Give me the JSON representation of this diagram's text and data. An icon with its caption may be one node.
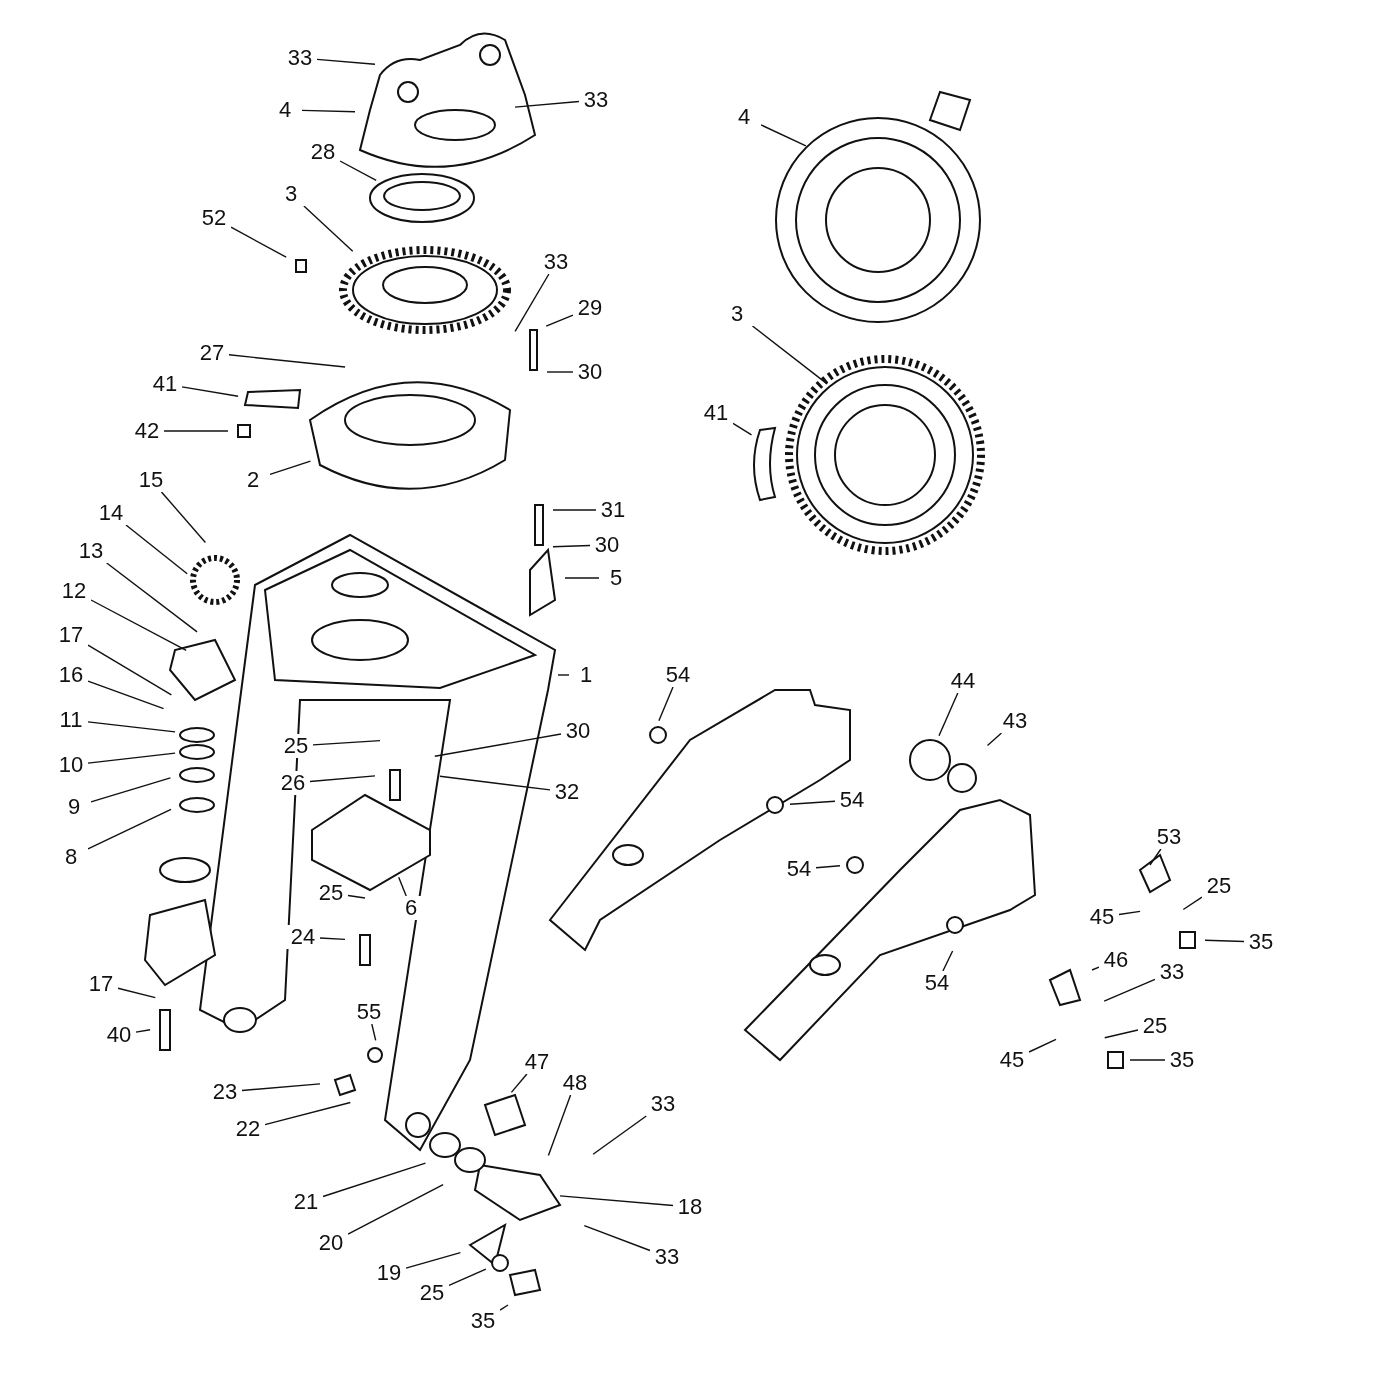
{
  "diagram": {
    "nodes": [
      {
        "text": [
          "33"
        ]
      },
      {
        "text": [
          "4"
        ]
      },
      {
        "text": [
          "33"
        ]
      },
      {
        "text": [
          "28"
        ]
      },
      {
        "text": [
          "3"
        ]
      },
      {
        "text": [
          "52"
        ]
      },
      {
        "text": [
          "33"
        ]
      },
      {
        "text": [
          "29"
        ]
      },
      {
        "text": [
          "27"
        ]
      },
      {
        "text": [
          "30"
        ]
      },
      {
        "text": [
          "41"
        ]
      },
      {
        "text": [
          "42"
        ]
      },
      {
        "text": [
          "2"
        ]
      },
      {
        "text": [
          "15"
        ]
      },
      {
        "text": [
          "14"
        ]
      },
      {
        "text": [
          "13"
        ]
      },
      {
        "text": [
          "12"
        ]
      },
      {
        "text": [
          "17"
        ]
      },
      {
        "text": [
          "16"
        ]
      },
      {
        "text": [
          "11"
        ]
      },
      {
        "text": [
          "10"
        ]
      },
      {
        "text": [
          "9"
        ]
      },
      {
        "text": [
          "8"
        ]
      },
      {
        "text": [
          "31"
        ]
      },
      {
        "text": [
          "30"
        ]
      },
      {
        "text": [
          "5"
        ]
      },
      {
        "text": [
          "1"
        ]
      },
      {
        "text": [
          "4"
        ]
      },
      {
        "text": [
          "3"
        ]
      },
      {
        "text": [
          "41"
        ]
      },
      {
        "text": [
          "54"
        ]
      },
      {
        "text": [
          "44"
        ]
      },
      {
        "text": [
          "43"
        ]
      },
      {
        "text": [
          "25"
        ]
      },
      {
        "text": [
          "30"
        ]
      },
      {
        "text": [
          "26"
        ]
      },
      {
        "text": [
          "32"
        ]
      },
      {
        "text": [
          "54"
        ]
      },
      {
        "text": [
          "53"
        ]
      },
      {
        "text": [
          "54"
        ]
      },
      {
        "text": [
          "25"
        ]
      },
      {
        "text": [
          "45"
        ]
      },
      {
        "text": [
          "35"
        ]
      },
      {
        "text": [
          "6"
        ]
      },
      {
        "text": [
          "25"
        ]
      },
      {
        "text": [
          "24"
        ]
      },
      {
        "text": [
          "54"
        ]
      },
      {
        "text": [
          "46"
        ]
      },
      {
        "text": [
          "33"
        ]
      },
      {
        "text": [
          "17"
        ]
      },
      {
        "text": [
          "40"
        ]
      },
      {
        "text": [
          "25"
        ]
      },
      {
        "text": [
          "45"
        ]
      },
      {
        "text": [
          "35"
        ]
      },
      {
        "text": [
          "55"
        ]
      },
      {
        "text": [
          "47"
        ]
      },
      {
        "text": [
          "48"
        ]
      },
      {
        "text": [
          "33"
        ]
      },
      {
        "text": [
          "23"
        ]
      },
      {
        "text": [
          "22"
        ]
      },
      {
        "text": [
          "21"
        ]
      },
      {
        "text": [
          "18"
        ]
      },
      {
        "text": [
          "20"
        ]
      },
      {
        "text": [
          "33"
        ]
      },
      {
        "text": [
          "19"
        ]
      },
      {
        "text": [
          "25"
        ]
      },
      {
        "text": [
          "35"
        ]
      }
    ],
    "edges": [
      {
        "from": 0,
        "to": null,
        "arrow": "none"
      },
      {
        "from": 1,
        "to": null,
        "arrow": "none"
      },
      {
        "from": 2,
        "to": null,
        "arrow": "none"
      },
      {
        "from": 3,
        "to": null,
        "arrow": "none"
      },
      {
        "from": 4,
        "to": null,
        "arrow": "none"
      },
      {
        "from": 5,
        "to": null,
        "arrow": "none"
      },
      {
        "from": 6,
        "to": null,
        "arrow": "none"
      },
      {
        "from": 7,
        "to": null,
        "arrow": "none"
      },
      {
        "from": 8,
        "to": null,
        "arrow": "none"
      },
      {
        "from": 9,
        "to": null,
        "arrow": "none"
      },
      {
        "from": 10,
        "to": null,
        "arrow": "none"
      },
      {
        "from": 11,
        "to": null,
        "arrow": "none"
      },
      {
        "from": 12,
        "to": null,
        "arrow": "none"
      },
      {
        "from": 13,
        "to": null,
        "arrow": "none"
      },
      {
        "from": 14,
        "to": null,
        "arrow": "none"
      },
      {
        "from": 15,
        "to": null,
        "arrow": "none"
      },
      {
        "from": 16,
        "to": null,
        "arrow": "none"
      },
      {
        "from": 17,
        "to": null,
        "arrow": "none"
      },
      {
        "from": 18,
        "to": null,
        "arrow": "none"
      },
      {
        "from": 19,
        "to": null,
        "arrow": "none"
      },
      {
        "from": 20,
        "to": null,
        "arrow": "none"
      },
      {
        "from": 21,
        "to": null,
        "arrow": "none"
      },
      {
        "from": 22,
        "to": null,
        "arrow": "none"
      },
      {
        "from": 23,
        "to": null,
        "arrow": "none"
      },
      {
        "from": 24,
        "to": null,
        "arrow": "none"
      },
      {
        "from": 25,
        "to": null,
        "arrow": "none"
      },
      {
        "from": 26,
        "to": null,
        "arrow": "none"
      },
      {
        "from": 27,
        "to": null,
        "arrow": "none"
      },
      {
        "from": 28,
        "to": null,
        "arrow": "none"
      },
      {
        "from": 29,
        "to": null,
        "arrow": "none"
      },
      {
        "from": 30,
        "to": null,
        "arrow": "none"
      },
      {
        "from": 31,
        "to": null,
        "arrow": "none"
      },
      {
        "from": 32,
        "to": null,
        "arrow": "none"
      },
      {
        "from": 33,
        "to": null,
        "arrow": "none"
      },
      {
        "from": 34,
        "to": null,
        "arrow": "none"
      },
      {
        "from": 35,
        "to": null,
        "arrow": "none"
      },
      {
        "from": 36,
        "to": null,
        "arrow": "none"
      },
      {
        "from": 37,
        "to": null,
        "arrow": "none"
      },
      {
        "from": 38,
        "to": null,
        "arrow": "none"
      },
      {
        "from": 39,
        "to": null,
        "arrow": "none"
      },
      {
        "from": 40,
        "to": null,
        "arrow": "none"
      },
      {
        "from": 41,
        "to": null,
        "arrow": "none"
      },
      {
        "from": 42,
        "to": null,
        "arrow": "none"
      },
      {
        "from": 43,
        "to": null,
        "arrow": "none"
      },
      {
        "from": 44,
        "to": null,
        "arrow": "none"
      },
      {
        "from": 45,
        "to": null,
        "arrow": "none"
      },
      {
        "from": 46,
        "to": null,
        "arrow": "none"
      },
      {
        "from": 47,
        "to": null,
        "arrow": "none"
      },
      {
        "from": 48,
        "to": null,
        "arrow": "none"
      },
      {
        "from": 49,
        "to": null,
        "arrow": "none"
      },
      {
        "from": 50,
        "to": null,
        "arrow": "none"
      },
      {
        "from": 51,
        "to": null,
        "arrow": "none"
      },
      {
        "from": 52,
        "to": null,
        "arrow": "none"
      },
      {
        "from": 53,
        "to": null,
        "arrow": "none"
      },
      {
        "from": 54,
        "to": null,
        "arrow": "none"
      },
      {
        "from": 55,
        "to": null,
        "arrow": "none"
      },
      {
        "from": 56,
        "to": null,
        "arrow": "none"
      },
      {
        "from": 57,
        "to": null,
        "arrow": "none"
      },
      {
        "from": 58,
        "to": null,
        "arrow": "none"
      },
      {
        "from": 59,
        "to": null,
        "arrow": "none"
      },
      {
        "from": 60,
        "to": null,
        "arrow": "none"
      },
      {
        "from": 61,
        "to": null,
        "arrow": "none"
      },
      {
        "from": 62,
        "to": null,
        "arrow": "none"
      },
      {
        "from": 63,
        "to": null,
        "arrow": "none"
      },
      {
        "from": 64,
        "to": null,
        "arrow": "none"
      },
      {
        "from": 65,
        "to": null,
        "arrow": "none"
      },
      {
        "from": 66,
        "to": null,
        "arrow": "none"
      }
    ]
  }
}
